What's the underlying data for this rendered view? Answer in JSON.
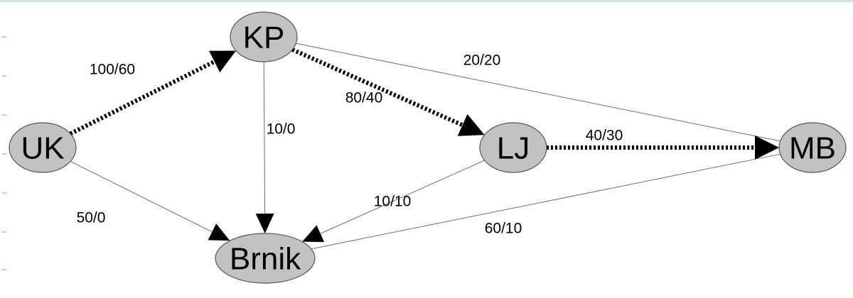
{
  "graph": {
    "nodes": [
      {
        "id": "UK",
        "label": "UK"
      },
      {
        "id": "KP",
        "label": "KP"
      },
      {
        "id": "Brnik",
        "label": "Brnik"
      },
      {
        "id": "LJ",
        "label": "LJ"
      },
      {
        "id": "MB",
        "label": "MB"
      }
    ],
    "edges": [
      {
        "from": "UK",
        "to": "KP",
        "capacity": 100,
        "flow": 60,
        "label": "100/60",
        "style": "dotted-thick",
        "arrow": true
      },
      {
        "from": "UK",
        "to": "Brnik",
        "capacity": 50,
        "flow": 0,
        "label": "50/0",
        "style": "thin",
        "arrow": true
      },
      {
        "from": "KP",
        "to": "Brnik",
        "capacity": 10,
        "flow": 0,
        "label": "10/0",
        "style": "thin",
        "arrow": true
      },
      {
        "from": "KP",
        "to": "LJ",
        "capacity": 80,
        "flow": 40,
        "label": "80/40",
        "style": "dotted-thick",
        "arrow": true
      },
      {
        "from": "KP",
        "to": "MB",
        "capacity": 20,
        "flow": 20,
        "label": "20/20",
        "style": "thin",
        "arrow": false
      },
      {
        "from": "LJ",
        "to": "Brnik",
        "capacity": 10,
        "flow": 10,
        "label": "10/10",
        "style": "thin",
        "arrow": true
      },
      {
        "from": "LJ",
        "to": "MB",
        "capacity": 40,
        "flow": 30,
        "label": "40/30",
        "style": "dotted-thick",
        "arrow": true
      },
      {
        "from": "Brnik",
        "to": "MB",
        "capacity": 60,
        "flow": 10,
        "label": "60/10",
        "style": "thin",
        "arrow": false
      }
    ]
  },
  "colors": {
    "node_fill": "#c2c2c2",
    "node_stroke": "#555555",
    "edge": "#6e6e6e",
    "flow_edge": "#000000",
    "top_rule": "#d6e3ee"
  }
}
